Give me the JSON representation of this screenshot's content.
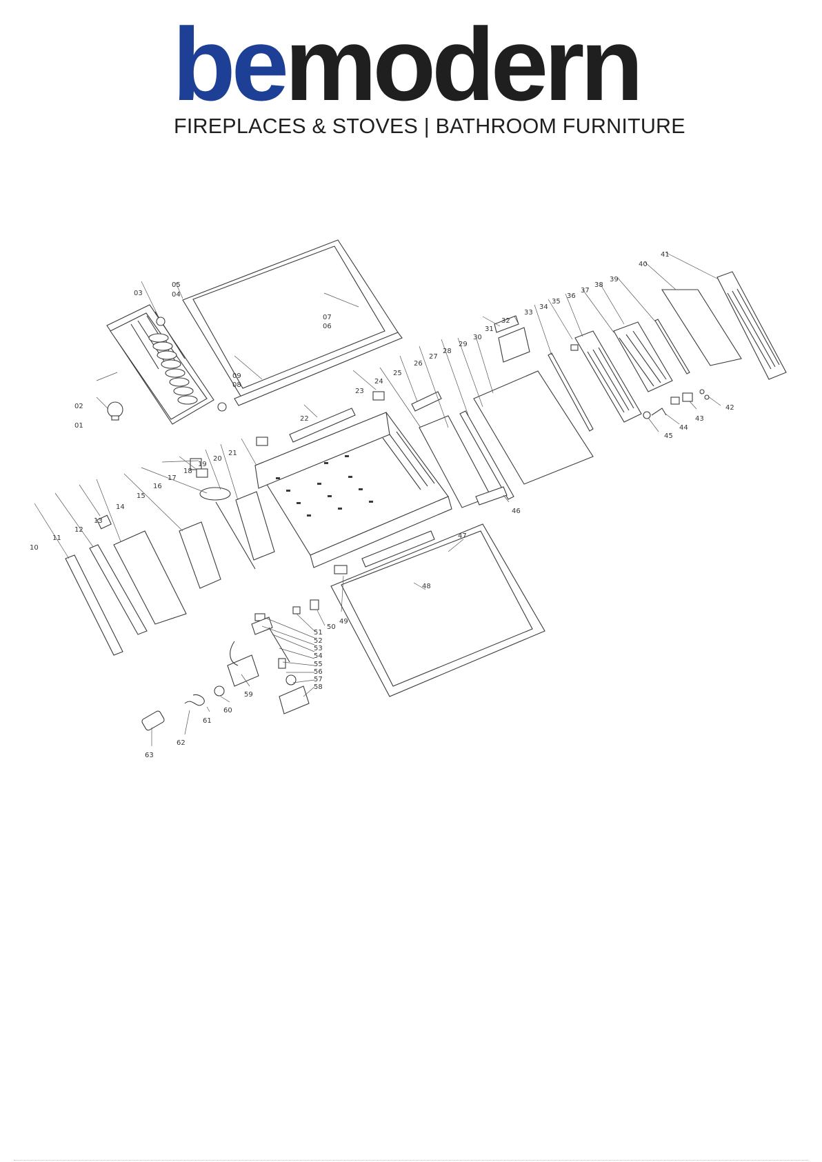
{
  "header": {
    "logo_be": "be",
    "logo_modern": "modern",
    "tagline": "FIREPLACES & STOVES | BATHROOM FURNITURE",
    "colors": {
      "be": "#1d3f95",
      "modern": "#1f1f1f"
    }
  },
  "diagram": {
    "part_labels": [
      "01",
      "02",
      "03",
      "04",
      "05",
      "06",
      "07",
      "08",
      "09",
      "10",
      "11",
      "12",
      "13",
      "14",
      "15",
      "16",
      "17",
      "18",
      "19",
      "20",
      "21",
      "22",
      "23",
      "24",
      "25",
      "26",
      "27",
      "28",
      "29",
      "30",
      "31",
      "32",
      "33",
      "34",
      "35",
      "36",
      "37",
      "38",
      "39",
      "40",
      "41",
      "42",
      "43",
      "44",
      "45",
      "46",
      "47",
      "48",
      "49",
      "50",
      "51",
      "52",
      "53",
      "54",
      "55",
      "56",
      "57",
      "58",
      "59",
      "60",
      "61",
      "62",
      "63"
    ]
  }
}
